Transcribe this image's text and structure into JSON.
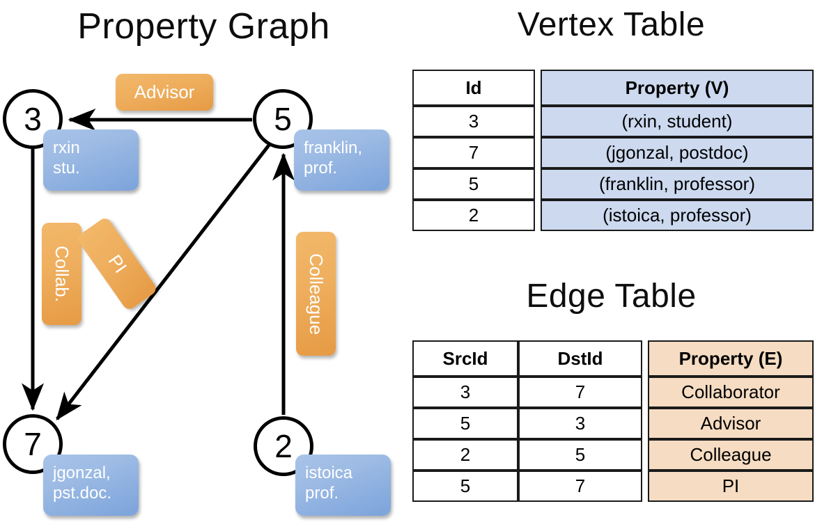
{
  "titles": {
    "property_graph": "Property Graph",
    "vertex_table": "Vertex Table",
    "edge_table": "Edge Table"
  },
  "graph": {
    "nodes": [
      {
        "id": "3",
        "property": "rxin\nstu."
      },
      {
        "id": "5",
        "property": "franklin,\nprof."
      },
      {
        "id": "7",
        "property": "jgonzal,\npst.doc."
      },
      {
        "id": "2",
        "property": "istoica\nprof."
      }
    ],
    "node_labels": {
      "n3": "3",
      "n5": "5",
      "n7": "7",
      "n2": "2"
    },
    "property_boxes": {
      "rxin_line1": "rxin",
      "rxin_line2": "stu.",
      "franklin_line1": "franklin,",
      "franklin_line2": "prof.",
      "jgonzal_line1": "jgonzal,",
      "jgonzal_line2": "pst.doc.",
      "istoica_line1": "istoica",
      "istoica_line2": "prof."
    },
    "edge_labels": {
      "advisor": "Advisor",
      "collab": "Collab.",
      "pi": "PI",
      "colleague": "Colleague"
    },
    "edges": [
      {
        "src": "5",
        "dst": "3",
        "label": "Advisor"
      },
      {
        "src": "3",
        "dst": "7",
        "label": "Collab."
      },
      {
        "src": "5",
        "dst": "7",
        "label": "PI"
      },
      {
        "src": "2",
        "dst": "5",
        "label": "Colleague"
      }
    ]
  },
  "vertex_table": {
    "headers": [
      "Id",
      "Property (V)"
    ],
    "rows": [
      [
        "3",
        "(rxin, student)"
      ],
      [
        "7",
        "(jgonzal, postdoc)"
      ],
      [
        "5",
        "(franklin, professor)"
      ],
      [
        "2",
        "(istoica, professor)"
      ]
    ]
  },
  "edge_table": {
    "headers": [
      "SrcId",
      "DstId",
      "Property (E)"
    ],
    "rows": [
      [
        "3",
        "7",
        "Collaborator"
      ],
      [
        "5",
        "3",
        "Advisor"
      ],
      [
        "2",
        "5",
        "Colleague"
      ],
      [
        "5",
        "7",
        "PI"
      ]
    ]
  },
  "colors": {
    "vertex_property_fill": "#ccd9ef",
    "edge_property_fill": "#f5dcc2",
    "node_box_blue": "#8fb0e0",
    "edge_label_orange": "#eeae5d",
    "border": "#1a1a1a",
    "background": "#ffffff"
  }
}
